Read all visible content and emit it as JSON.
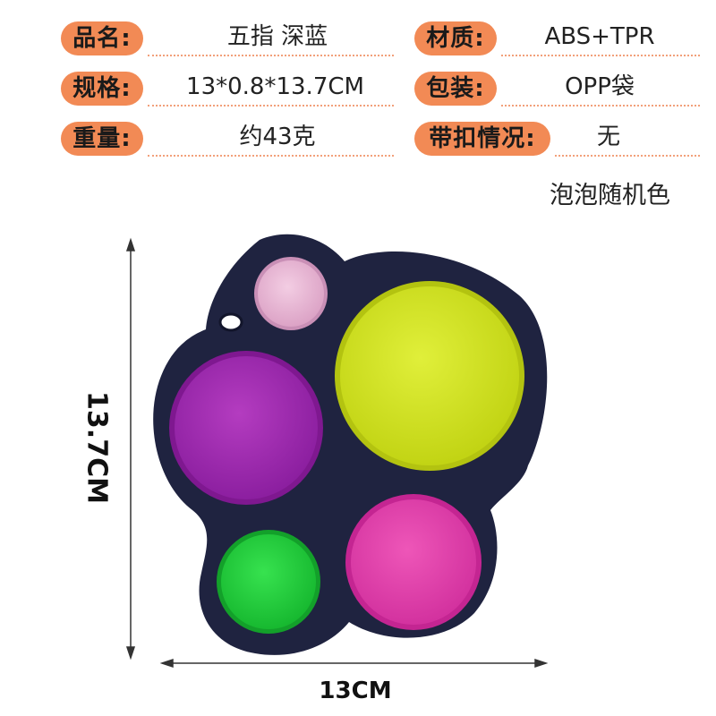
{
  "specs": {
    "name_label": "品名:",
    "name_value": "五指 深蓝",
    "material_label": "材质:",
    "material_value": "ABS+TPR",
    "size_label": "规格:",
    "size_value": "13*0.8*13.7CM",
    "package_label": "包装:",
    "package_value": "OPP袋",
    "weight_label": "重量:",
    "weight_value": "约43克",
    "buckle_label": "带扣情况:",
    "buckle_value": "无"
  },
  "note": "泡泡随机色",
  "dimensions": {
    "height": "13.7CM",
    "width": "13CM"
  },
  "colors": {
    "label_bg": "#f28a55",
    "body": "#1f2340",
    "bubble_pink": "#e8b4d4",
    "bubble_yellow": "#d3e51c",
    "bubble_purple": "#a22bb0",
    "bubble_magenta": "#e23fae",
    "bubble_green": "#1fd23c"
  }
}
